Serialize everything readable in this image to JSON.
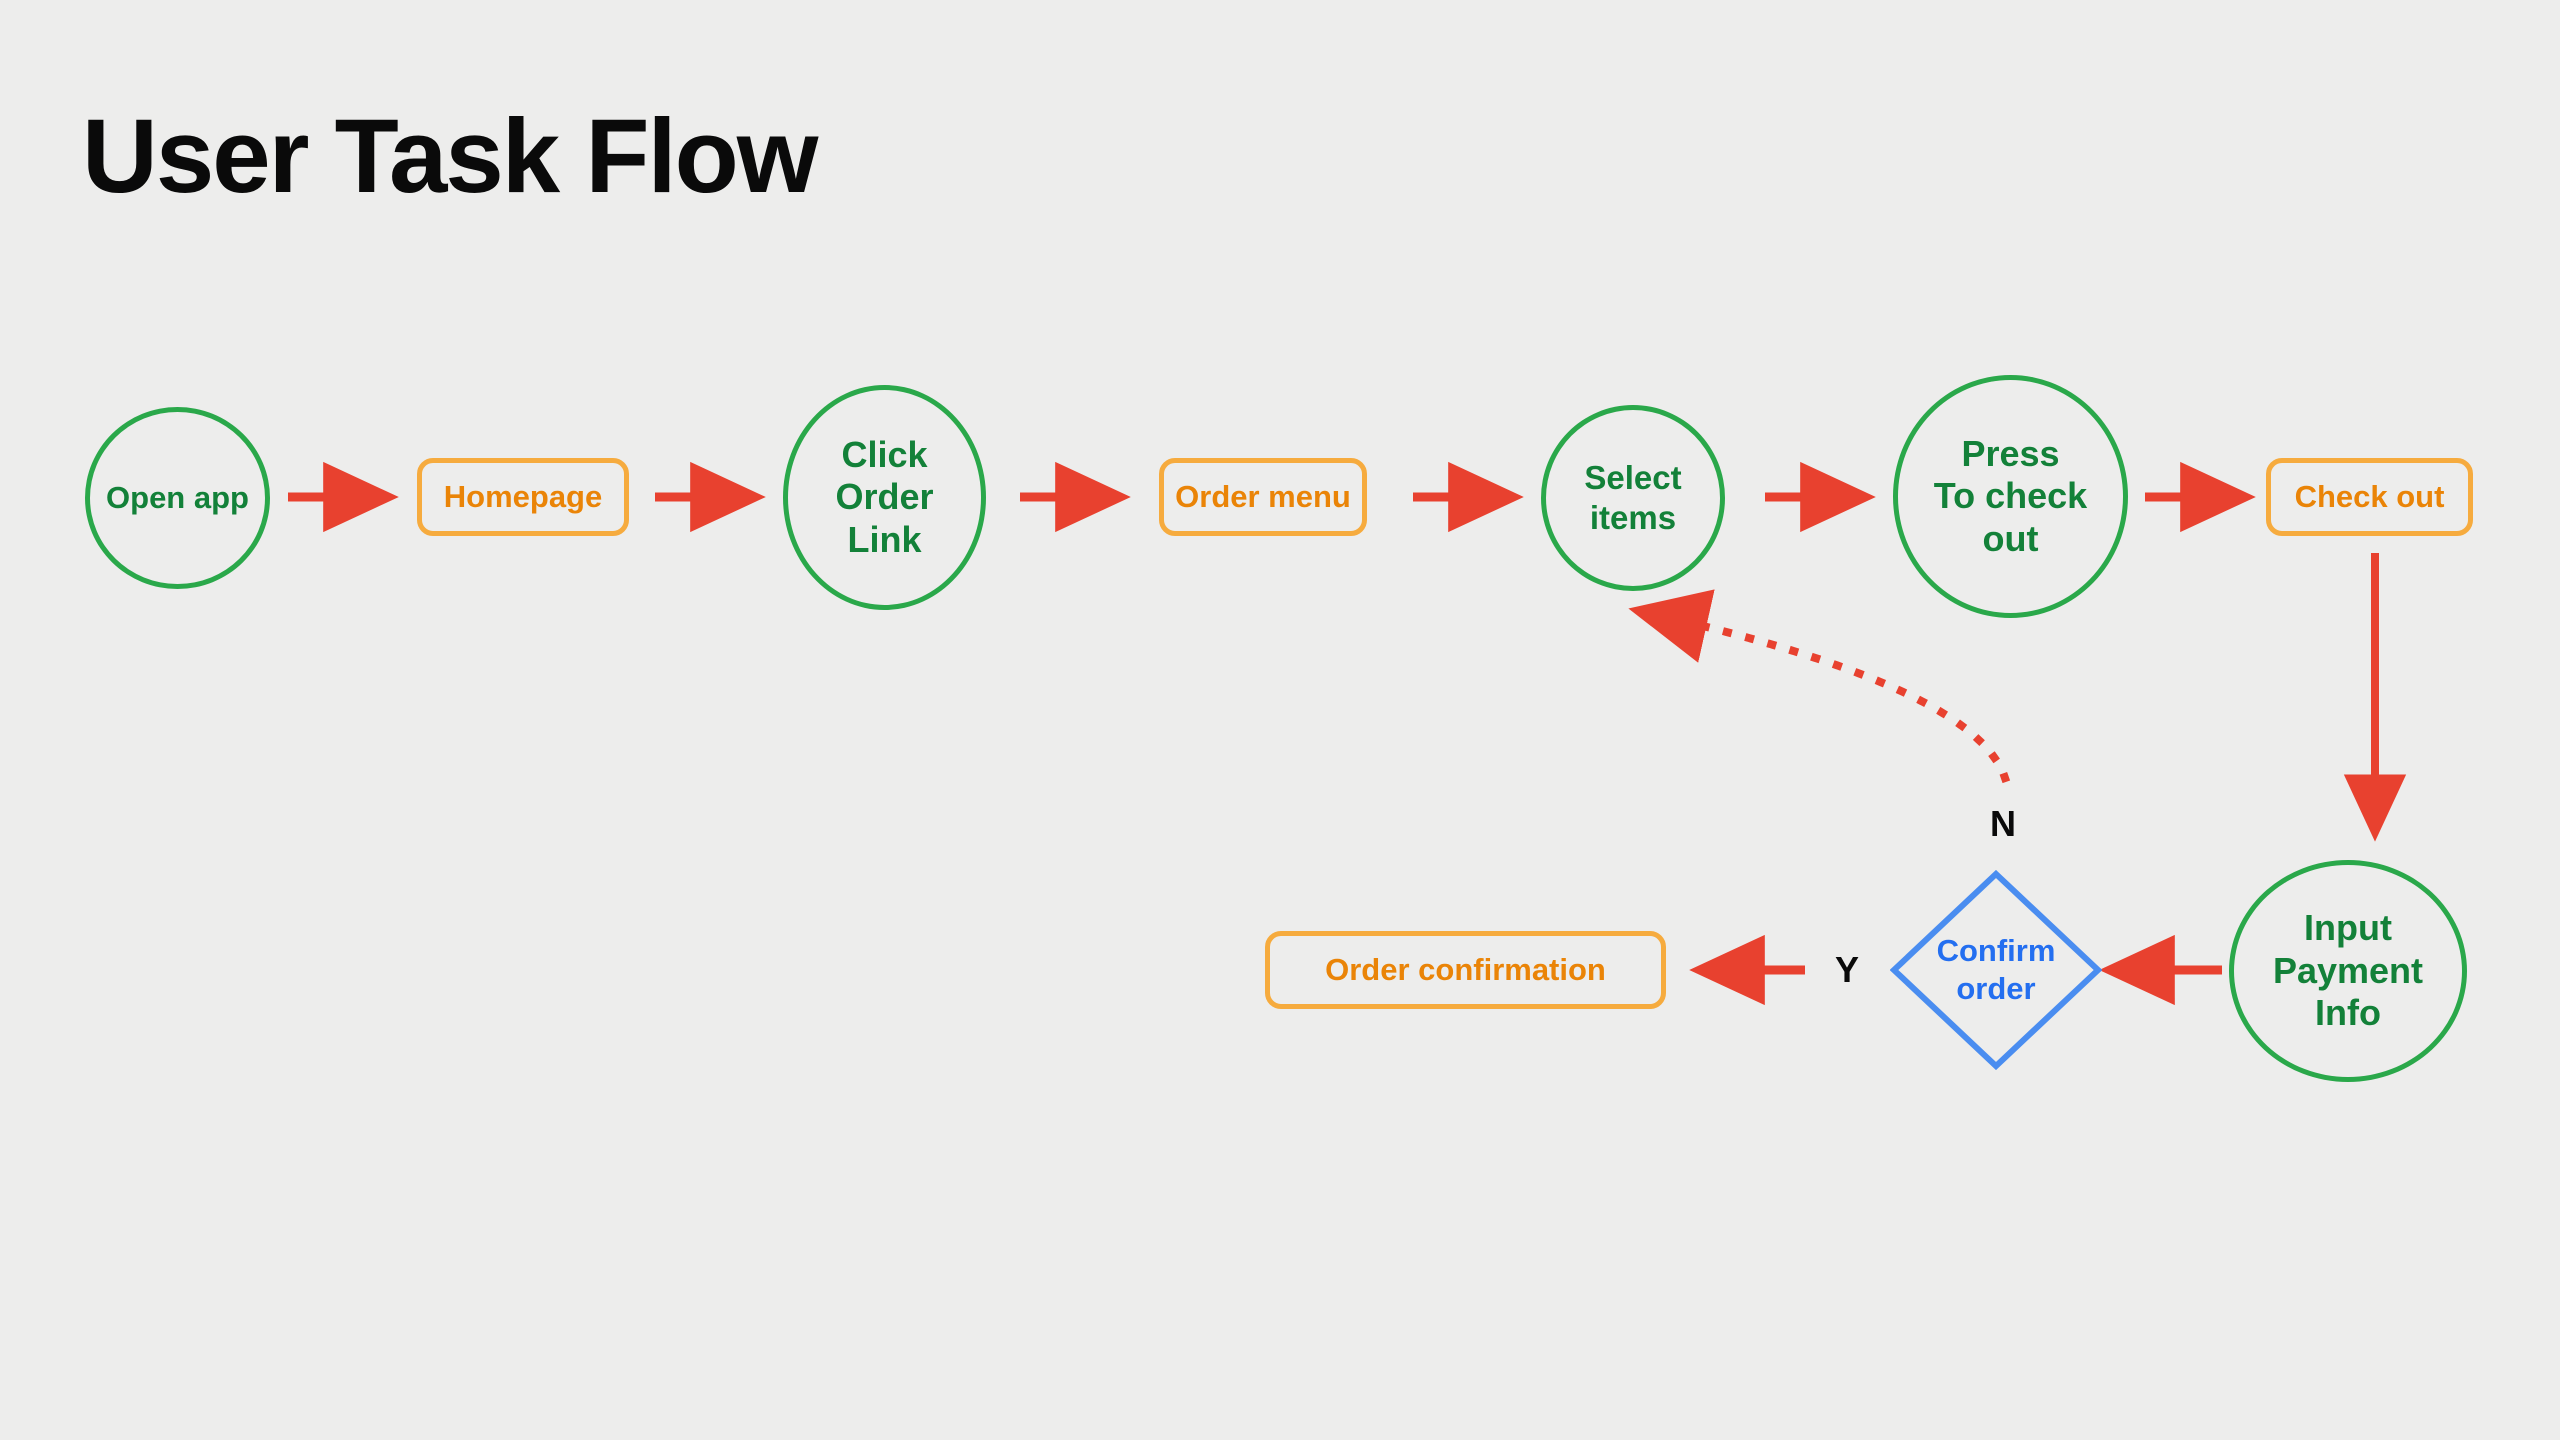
{
  "page": {
    "title": "User Task Flow",
    "background_color": "#ededec"
  },
  "palette": {
    "green_stroke": "#2aa84a",
    "green_text": "#138139",
    "orange_stroke": "#f6ab3e",
    "orange_text": "#ea8407",
    "blue_stroke": "#4a8df0",
    "blue_text": "#246ff0",
    "arrow_red": "#e8412f",
    "label_black": "#0a0a0a"
  },
  "chart_data": {
    "type": "flowchart",
    "title": "User Task Flow",
    "nodes": [
      {
        "id": "open-app",
        "label": "Open app",
        "shape": "ellipse",
        "color": "green"
      },
      {
        "id": "homepage",
        "label": "Homepage",
        "shape": "rounded-rect",
        "color": "orange"
      },
      {
        "id": "click-order-link",
        "label": "Click\nOrder\nLink",
        "shape": "ellipse",
        "color": "green"
      },
      {
        "id": "order-menu",
        "label": "Order menu",
        "shape": "rounded-rect",
        "color": "orange"
      },
      {
        "id": "select-items",
        "label": "Select\nitems",
        "shape": "ellipse",
        "color": "green"
      },
      {
        "id": "press-to-check-out",
        "label": "Press\nTo check\nout",
        "shape": "ellipse",
        "color": "green"
      },
      {
        "id": "check-out",
        "label": "Check out",
        "shape": "rounded-rect",
        "color": "orange"
      },
      {
        "id": "input-payment-info",
        "label": "Input\nPayment\nInfo",
        "shape": "ellipse",
        "color": "green"
      },
      {
        "id": "confirm-order",
        "label": "Confirm\norder",
        "shape": "diamond",
        "color": "blue"
      },
      {
        "id": "order-confirmation",
        "label": "Order confirmation",
        "shape": "rounded-rect",
        "color": "orange"
      }
    ],
    "edges": [
      {
        "from": "open-app",
        "to": "homepage",
        "label": "",
        "style": "solid"
      },
      {
        "from": "homepage",
        "to": "click-order-link",
        "label": "",
        "style": "solid"
      },
      {
        "from": "click-order-link",
        "to": "order-menu",
        "label": "",
        "style": "solid"
      },
      {
        "from": "order-menu",
        "to": "select-items",
        "label": "",
        "style": "solid"
      },
      {
        "from": "select-items",
        "to": "press-to-check-out",
        "label": "",
        "style": "solid"
      },
      {
        "from": "press-to-check-out",
        "to": "check-out",
        "label": "",
        "style": "solid"
      },
      {
        "from": "check-out",
        "to": "input-payment-info",
        "label": "",
        "style": "solid"
      },
      {
        "from": "input-payment-info",
        "to": "confirm-order",
        "label": "",
        "style": "solid"
      },
      {
        "from": "confirm-order",
        "to": "order-confirmation",
        "label": "Y",
        "style": "solid"
      },
      {
        "from": "confirm-order",
        "to": "select-items",
        "label": "N",
        "style": "dotted"
      }
    ]
  },
  "nodes": {
    "open_app": {
      "label": "Open app"
    },
    "homepage": {
      "label": "Homepage"
    },
    "click_order_link": {
      "line1": "Click",
      "line2": "Order",
      "line3": "Link"
    },
    "order_menu": {
      "label": "Order menu"
    },
    "select_items": {
      "line1": "Select",
      "line2": "items"
    },
    "press_to_check_out": {
      "line1": "Press",
      "line2": "To check",
      "line3": "out"
    },
    "check_out": {
      "label": "Check out"
    },
    "input_payment_info": {
      "line1": "Input",
      "line2": "Payment",
      "line3": "Info"
    },
    "confirm_order": {
      "line1": "Confirm",
      "line2": "order"
    },
    "order_confirmation": {
      "label": "Order confirmation"
    }
  },
  "edge_labels": {
    "yes": "Y",
    "no": "N"
  }
}
